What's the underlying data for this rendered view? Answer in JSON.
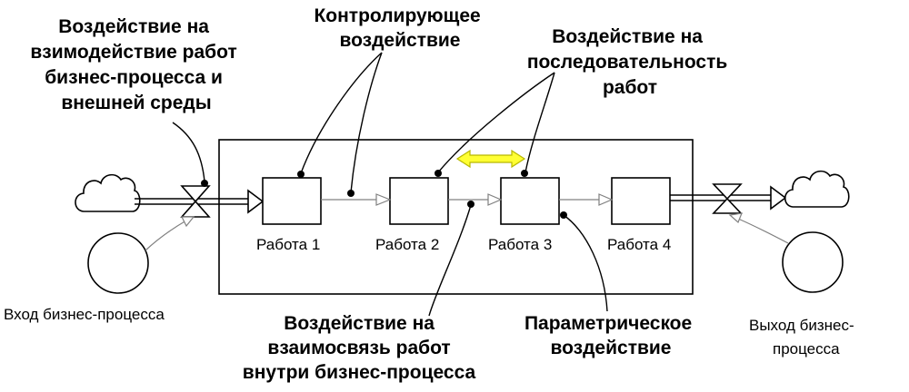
{
  "colors": {
    "line": "#000000",
    "connector": "#808080",
    "highlight": "#ffff33",
    "highlight_edge": "#b8b800"
  },
  "icons": {
    "source": "cloud-icon",
    "sink": "cloud-icon",
    "valve": "valve-icon",
    "stock": "circle-icon",
    "arrow": "double-arrow-icon"
  },
  "callouts": {
    "environment": [
      "Воздействие на",
      "взимодействие работ",
      "бизнес-процесса и",
      "внешней среды"
    ],
    "control": [
      "Контролирующее",
      "воздействие"
    ],
    "sequence": [
      "Воздействие на",
      "последовательность",
      "работ"
    ],
    "internal": [
      "Воздействие на",
      "взаимосвязь работ",
      "внутри бизнес-процесса"
    ],
    "parametric": [
      "Параметрическое",
      "воздействие"
    ]
  },
  "works": [
    "Работа 1",
    "Работа 2",
    "Работа 3",
    "Работа 4"
  ],
  "input": {
    "label": "Вход бизнес-процесса"
  },
  "output": {
    "label": [
      "Выход бизнес-",
      "процесса"
    ]
  }
}
